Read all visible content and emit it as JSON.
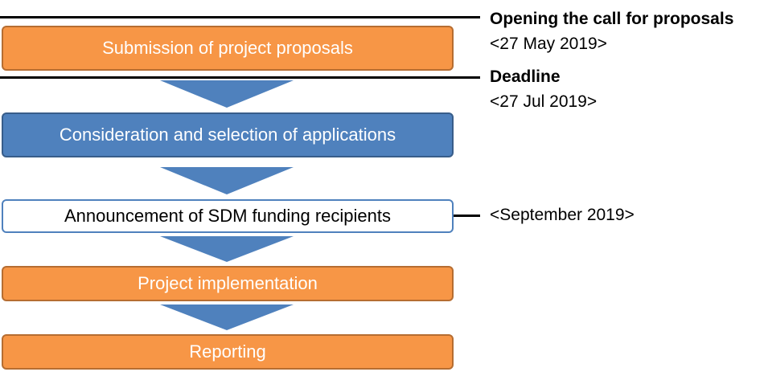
{
  "steps": {
    "submission": "Submission of project proposals",
    "consideration": "Consideration  and selection of applications",
    "announcement": "Announcement of SDM funding recipients",
    "implementation": "Project implementation",
    "reporting": "Reporting"
  },
  "milestones": {
    "opening": {
      "title": "Opening the call for proposals",
      "date": "<27 May 2019>"
    },
    "deadline": {
      "title": "Deadline",
      "date": "<27 Jul 2019>"
    },
    "announcement": {
      "date": "<September 2019>"
    }
  },
  "colors": {
    "orange_fill": "#f79646",
    "blue_fill": "#4f81bd",
    "arrow": "#4f81bd"
  }
}
